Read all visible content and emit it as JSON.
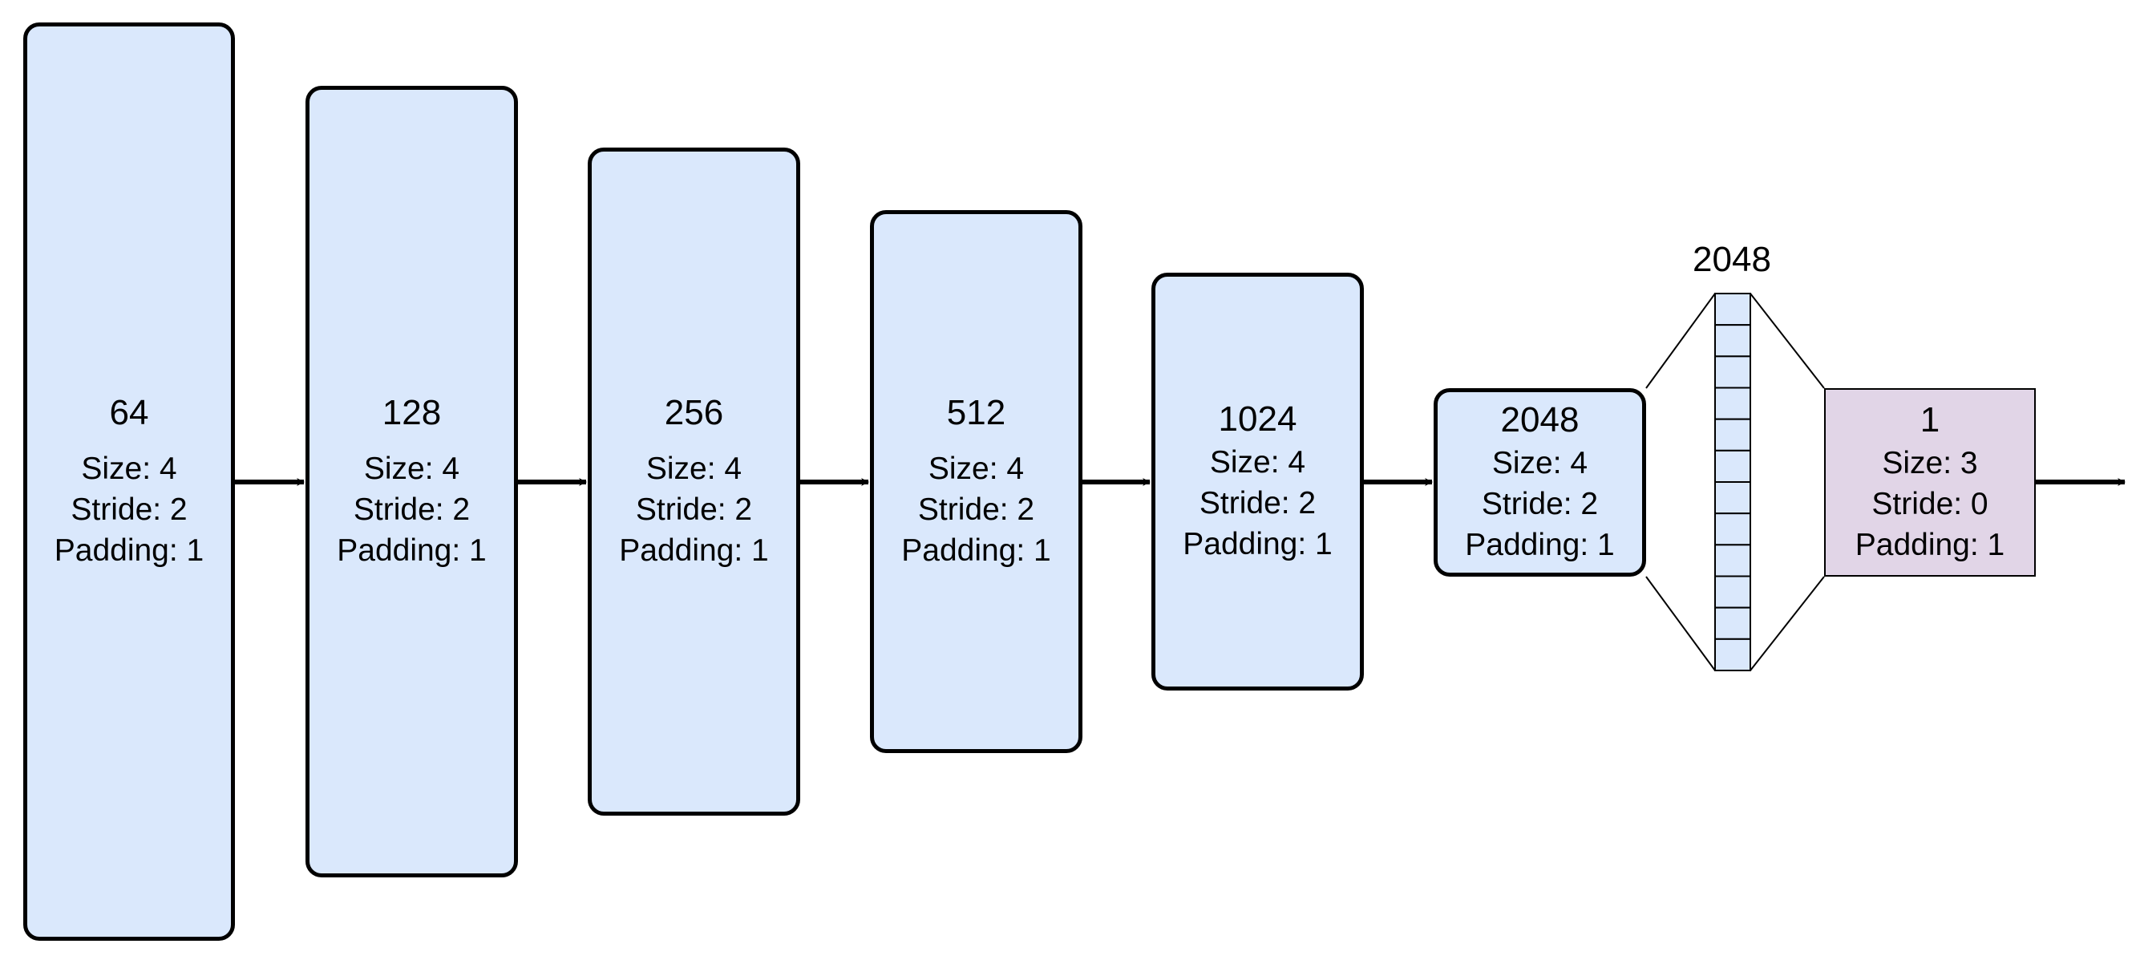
{
  "layers": [
    {
      "channels": "64",
      "size": "Size: 4",
      "stride": "Stride: 2",
      "padding": "Padding: 1"
    },
    {
      "channels": "128",
      "size": "Size: 4",
      "stride": "Stride: 2",
      "padding": "Padding: 1"
    },
    {
      "channels": "256",
      "size": "Size: 4",
      "stride": "Stride: 2",
      "padding": "Padding: 1"
    },
    {
      "channels": "512",
      "size": "Size: 4",
      "stride": "Stride: 2",
      "padding": "Padding: 1"
    },
    {
      "channels": "1024",
      "size": "Size: 4",
      "stride": "Stride: 2",
      "padding": "Padding: 1"
    },
    {
      "channels": "2048",
      "size": "Size: 4",
      "stride": "Stride: 2",
      "padding": "Padding: 1"
    }
  ],
  "vector": {
    "label": "2048",
    "cells": 12
  },
  "output": {
    "channels": "1",
    "size": "Size: 3",
    "stride": "Stride: 0",
    "padding": "Padding: 1"
  },
  "colors": {
    "layer_fill": "#dae8fc",
    "output_fill": "#e1d5e7",
    "stroke": "#000000"
  }
}
